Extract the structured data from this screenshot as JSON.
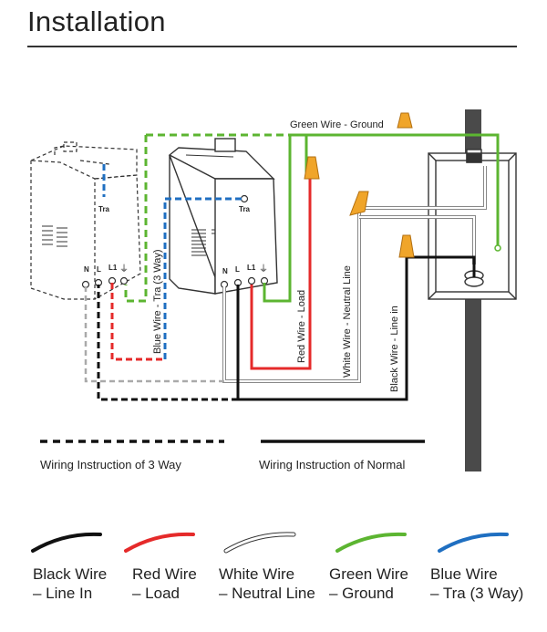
{
  "title": "Installation",
  "diagram": {
    "wire_labels": {
      "green": "Green Wire - Ground",
      "red": "Red Wire - Load",
      "white": "White Wire - Neutral Line",
      "black": "Black Wire - Line in",
      "blue": "Blue Wire - Tra (3 Way)"
    },
    "switch_3way": {
      "tra": "Tra",
      "n": "N",
      "l": "L",
      "l1": "L1"
    },
    "switch_main": {
      "tra": "Tra",
      "n": "N",
      "l": "L",
      "l1": "L1"
    },
    "instructions": {
      "three_way": "Wiring Instruction of 3 Way",
      "normal": "Wiring Instruction of Normal"
    }
  },
  "legend": [
    {
      "line1": "Black Wire",
      "line2": "– Line In",
      "color": "#111111"
    },
    {
      "line1": "Red Wire",
      "line2": "– Load",
      "color": "#e52a2a"
    },
    {
      "line1": "White Wire",
      "line2": "– Neutral Line",
      "color": "#ffffff"
    },
    {
      "line1": "Green Wire",
      "line2": "– Ground",
      "color": "#5cb531"
    },
    {
      "line1": "Blue Wire",
      "line2": "– Tra (3 Way)",
      "color": "#1f6fc1"
    }
  ],
  "colors": {
    "black": "#111111",
    "red": "#e52a2a",
    "white": "#ffffff",
    "green": "#5cb531",
    "blue": "#1f6fc1",
    "connector": "#f0a52a",
    "pole": "#4a4a4a",
    "outline": "#333333"
  }
}
